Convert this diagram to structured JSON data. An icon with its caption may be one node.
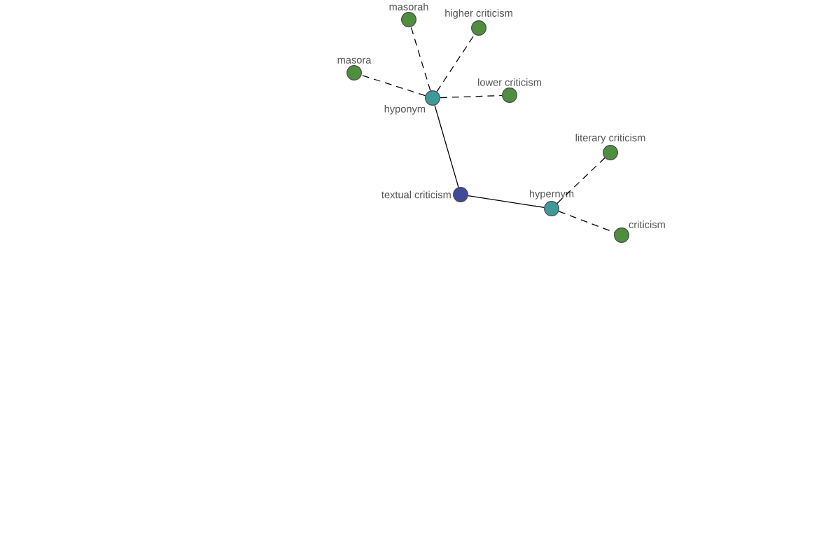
{
  "diagram": {
    "nodes": [
      {
        "text": [
          "textual criticism"
        ]
      },
      {
        "text": [
          "hyponym"
        ]
      },
      {
        "text": [
          "hypernym"
        ]
      },
      {
        "text": [
          "masorah"
        ]
      },
      {
        "text": [
          "higher criticism"
        ]
      },
      {
        "text": [
          "masora"
        ]
      },
      {
        "text": [
          "lower criticism"
        ]
      },
      {
        "text": [
          "literary criticism"
        ]
      },
      {
        "text": [
          "criticism"
        ]
      }
    ],
    "edges": [
      {
        "from": 0,
        "to": 1,
        "arrow": "none"
      },
      {
        "from": 0,
        "to": 2,
        "arrow": "none"
      },
      {
        "from": 1,
        "to": 3,
        "arrow": "none",
        "style": "dashed"
      },
      {
        "from": 1,
        "to": 4,
        "arrow": "none",
        "style": "dashed"
      },
      {
        "from": 1,
        "to": 5,
        "arrow": "none",
        "style": "dashed"
      },
      {
        "from": 1,
        "to": 6,
        "arrow": "none",
        "style": "dashed"
      },
      {
        "from": 2,
        "to": 7,
        "arrow": "none",
        "style": "dashed"
      },
      {
        "from": 2,
        "to": 8,
        "arrow": "none",
        "style": "dashed"
      }
    ]
  }
}
